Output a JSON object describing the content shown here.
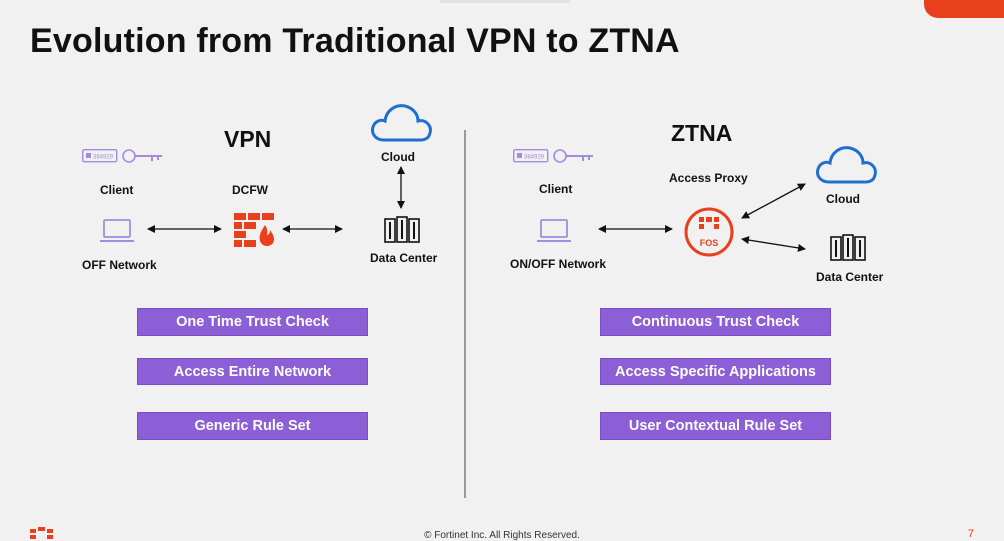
{
  "title": "Evolution from Traditional VPN to ZTNA",
  "vpn": {
    "heading": "VPN",
    "client_label": "Client",
    "dcfw_label": "DCFW",
    "cloud_label": "Cloud",
    "network_label": "OFF Network",
    "datacenter_label": "Data Center",
    "token_text": "384929",
    "buttons": [
      "One Time Trust Check",
      "Access Entire Network",
      "Generic Rule Set"
    ]
  },
  "ztna": {
    "heading": "ZTNA",
    "client_label": "Client",
    "proxy_label": "Access Proxy",
    "proxy_icon_text": "FOS",
    "cloud_label": "Cloud",
    "network_label": "ON/OFF Network",
    "datacenter_label": "Data Center",
    "token_text": "384929",
    "buttons": [
      "Continuous Trust Check",
      "Access Specific Applications",
      "User Contextual Rule Set"
    ]
  },
  "footer": "© Fortinet Inc. All Rights Reserved.",
  "page_number": "7",
  "colors": {
    "purple": "#8c5fd6",
    "orange": "#e8401c",
    "icon_purple": "#a38ce0",
    "cloud_blue": "#1f6fd1"
  }
}
